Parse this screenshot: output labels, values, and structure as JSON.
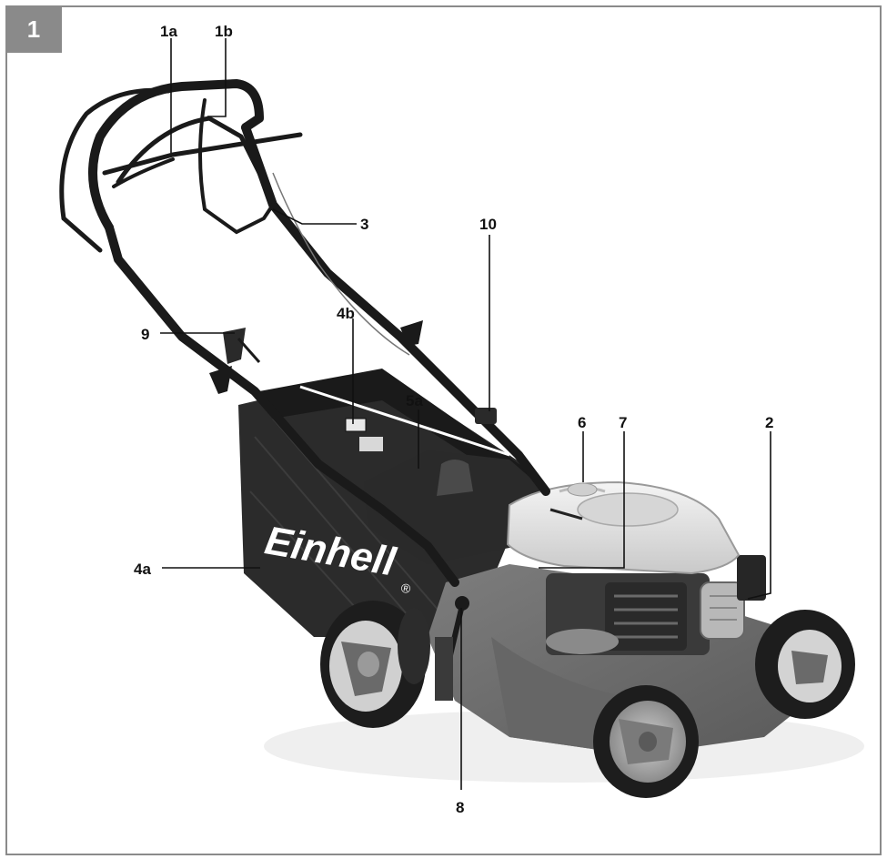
{
  "figure": {
    "number": "1"
  },
  "brand": {
    "logo_text": "Einhell",
    "registered_mark": "®"
  },
  "callouts": {
    "c1a": "1a",
    "c1b": "1b",
    "c2": "2",
    "c3": "3",
    "c4a": "4a",
    "c4b": "4b",
    "c5a": "5a",
    "c6": "6",
    "c7": "7",
    "c8": "8",
    "c9": "9",
    "c10": "10"
  },
  "colors": {
    "frame": "#8a8a8a",
    "deck": "#6f6f6f",
    "bag": "#2e2e2e",
    "tyre": "#1e1e1e",
    "engine_cover": "#e2e2e2",
    "handle": "#1a1a1a"
  }
}
